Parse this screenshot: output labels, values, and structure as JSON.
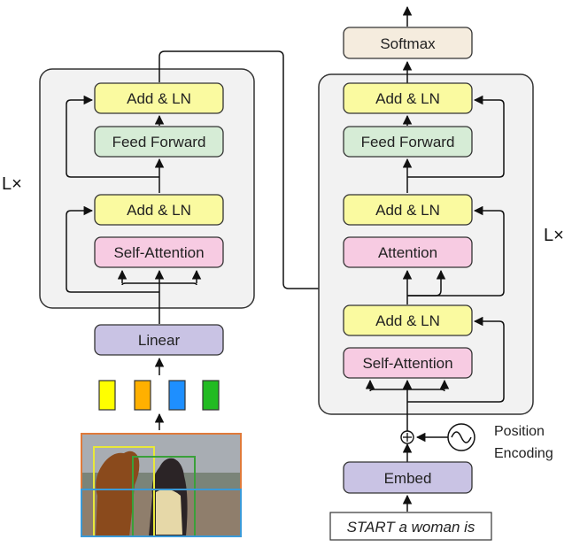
{
  "encoder": {
    "repeat_label": "L×",
    "add_ln_top": "Add & LN",
    "feed_forward": "Feed Forward",
    "add_ln_bottom": "Add & LN",
    "self_attention": "Self-Attention",
    "linear": "Linear"
  },
  "decoder": {
    "softmax": "Softmax",
    "repeat_label": "L×",
    "add_ln_top": "Add & LN",
    "feed_forward": "Feed Forward",
    "add_ln_mid": "Add & LN",
    "attention": "Attention",
    "add_ln_bottom": "Add & LN",
    "self_attention": "Self-Attention",
    "position_encoding_line1": "Position",
    "position_encoding_line2": "Encoding",
    "embed": "Embed",
    "input_text": "START a woman is"
  },
  "features": {
    "colors": [
      "#ffff00",
      "#ffb000",
      "#1e8fff",
      "#22bb22"
    ]
  },
  "image": {
    "box_colors": [
      "#e07a3a",
      "#e8e83a",
      "#3aa03a",
      "#3a9ad8"
    ]
  },
  "colors": {
    "block_bg": "#f2f2f2",
    "add_ln": "#fafaa0",
    "feed_forward": "#d6ecd6",
    "attention": "#f7cbe2",
    "linear": "#c9c3e4",
    "softmax": "#f5ecde"
  }
}
